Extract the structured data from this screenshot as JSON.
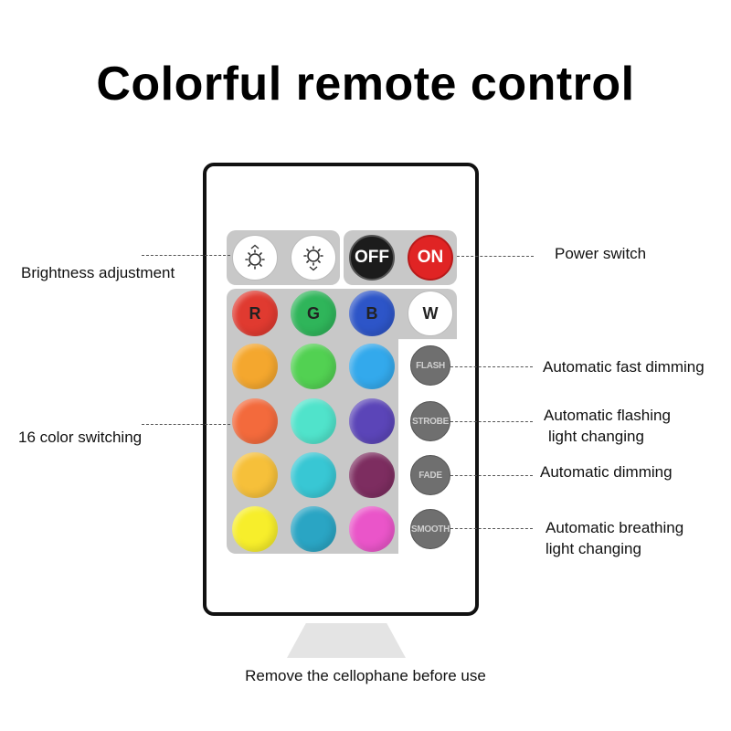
{
  "title": "Colorful remote control",
  "buttons": {
    "brightness_up": "brightness-up",
    "brightness_down": "brightness-down",
    "off": "OFF",
    "on": "ON",
    "r": "R",
    "g": "G",
    "b": "B",
    "w": "W",
    "flash": "FLASH",
    "strobe": "STROBE",
    "fade": "FADE",
    "smooth": "SMOOTH"
  },
  "colors": {
    "r": "#e03a30",
    "g": "#2fb55a",
    "b": "#2d55c8",
    "w": "#ffffff",
    "grid": [
      "#f4a72e",
      "#52d152",
      "#33a9ec",
      "#f36a3c",
      "#50e3cb",
      "#5b45b8",
      "#f6c03a",
      "#38c7d4",
      "#7d2d60",
      "#f7ee2b",
      "#2aa5c4",
      "#ea55c9"
    ]
  },
  "labels": {
    "brightness": "Brightness adjustment",
    "power": "Power switch",
    "color_switching": "16 color switching",
    "fast_dimming": "Automatic fast dimming",
    "flashing_1": "Automatic flashing",
    "flashing_2": "light changing",
    "dimming": "Automatic dimming",
    "breathing_1": "Automatic breathing",
    "breathing_2": "light changing"
  },
  "footer": "Remove the cellophane before use"
}
